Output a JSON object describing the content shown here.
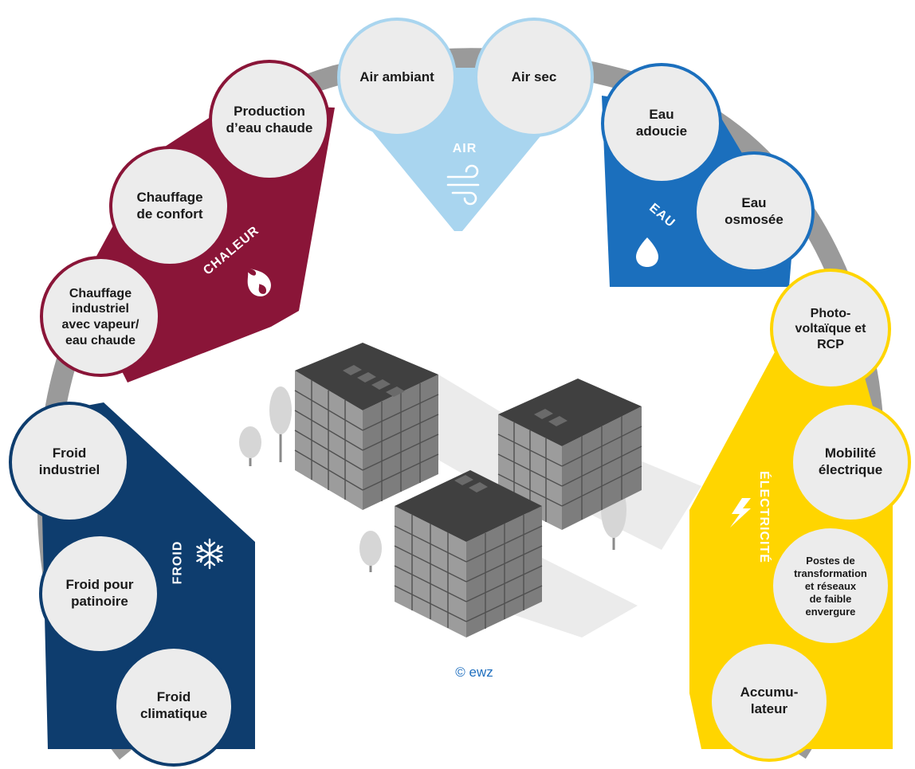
{
  "colors": {
    "chaleur": "#8a1538",
    "air": "#a9d5ef",
    "eau": "#1b6fbd",
    "froid": "#0e3d6e",
    "electricite": "#ffd500",
    "ring": "#9a9a9a",
    "circle_fill": "#ececec"
  },
  "categories": {
    "chaleur": {
      "label": "CHALEUR",
      "icon": "flame-icon"
    },
    "air": {
      "label": "AIR",
      "icon": "wind-icon"
    },
    "eau": {
      "label": "EAU",
      "icon": "water-drop-icon"
    },
    "froid": {
      "label": "FROID",
      "icon": "snowflake-icon"
    },
    "electricite": {
      "label": "ÉLECTRICITÉ",
      "icon": "lightning-icon"
    }
  },
  "circles": {
    "air_ambiant": "Air ambiant",
    "air_sec": "Air sec",
    "production_eau_chaude": "Production\nd’eau chaude",
    "chauffage_confort": "Chauffage\nde confort",
    "chauffage_industriel": "Chauffage\nindustriel\navec vapeur/\neau chaude",
    "eau_adoucie": "Eau\nadoucie",
    "eau_osmosee": "Eau\nosmosée",
    "photovoltaique": "Photo-\nvoltaïque et\nRCP",
    "mobilite": "Mobilité\nélectrique",
    "postes": "Postes de\ntransformation\net réseaux\nde faible\nenvergure",
    "accumulateur": "Accumu-\nlateur",
    "froid_industriel": "Froid\nindustriel",
    "froid_patinoire": "Froid pour\npatinoire",
    "froid_climatique": "Froid\nclimatique"
  },
  "credit": "© ewz"
}
